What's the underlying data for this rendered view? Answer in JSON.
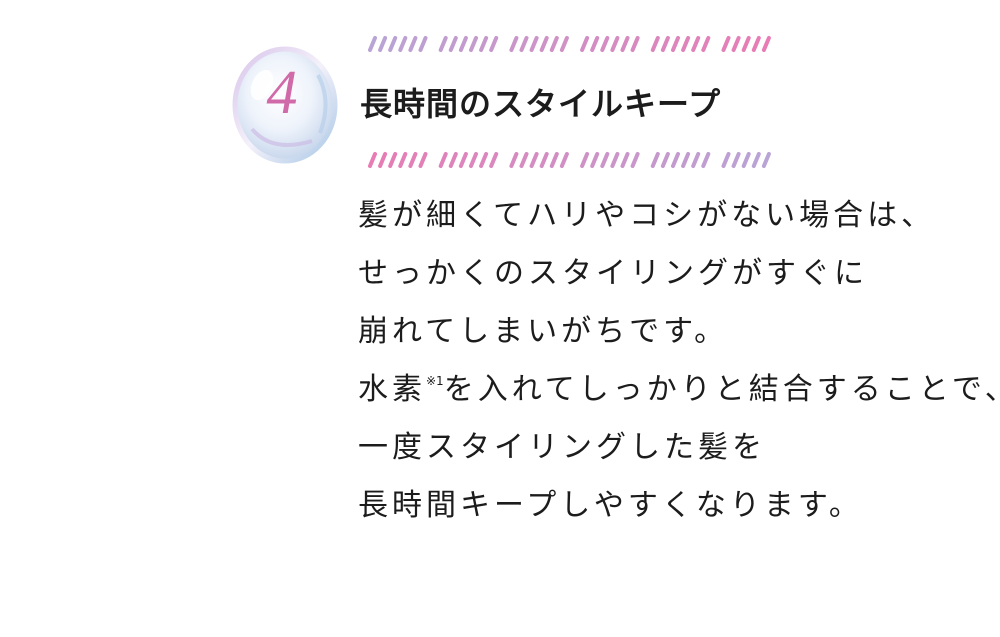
{
  "section": {
    "number": "4",
    "title": "長時間のスタイルキープ"
  },
  "body": {
    "line1": "髪が細くてハリやコシがない場合は、",
    "line2": "せっかくのスタイリングがすぐに",
    "line3": "崩れてしまいがちです。",
    "line4_a": "水素",
    "line4_note": "※1",
    "line4_b": "を入れてしっかりと結合することで、",
    "line5": "一度スタイリングした髪を",
    "line6": "長時間キープしやすくなります。"
  },
  "colors": {
    "accent_pink": "#e87cb4",
    "accent_lavender": "#b9a4d6",
    "number_pink": "#d06aa8",
    "text": "#1c1c1c"
  }
}
